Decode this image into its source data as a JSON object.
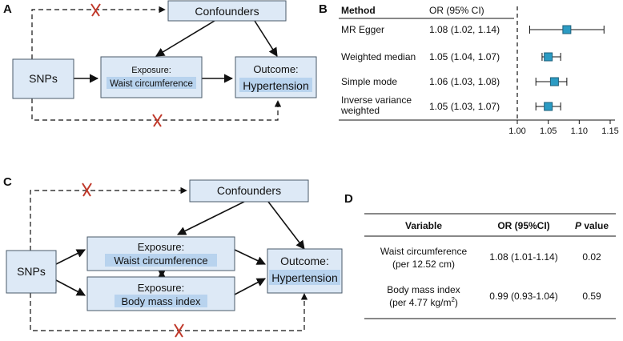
{
  "panelA": {
    "label": "A",
    "confounders": "Confounders",
    "snps": "SNPs",
    "exposure_title": "Exposure:",
    "exposure_name": "Waist circumference",
    "outcome_title": "Outcome:",
    "outcome_name": "Hypertension"
  },
  "panelB": {
    "label": "B",
    "col_method": "Method",
    "col_or": "OR (95% CI)",
    "rows": [
      {
        "method": "MR Egger",
        "method2": "",
        "or_text": "1.08 (1.02, 1.14)"
      },
      {
        "method": "Weighted median",
        "method2": "",
        "or_text": "1.05 (1.04, 1.07)"
      },
      {
        "method": "Simple mode",
        "method2": "",
        "or_text": "1.06 (1.03, 1.08)"
      },
      {
        "method": "Inverse variance",
        "method2": "weighted",
        "or_text": "1.05 (1.03, 1.07)"
      }
    ],
    "ticks": [
      "1.00",
      "1.05",
      "1.10",
      "1.15"
    ]
  },
  "panelC": {
    "label": "C",
    "confounders": "Confounders",
    "snps": "SNPs",
    "exp1_title": "Exposure:",
    "exp1_name": "Waist circumference",
    "exp2_title": "Exposure:",
    "exp2_name": "Body mass index",
    "outcome_title": "Outcome:",
    "outcome_name": "Hypertension"
  },
  "panelD": {
    "label": "D",
    "headers": {
      "variable": "Variable",
      "or": "OR (95%CI)",
      "p_italic": "P",
      "p_rest": " value"
    },
    "rows": [
      {
        "var1": "Waist circumference",
        "var2": "(per 12.52 cm)",
        "or": "1.08 (1.01-1.14)",
        "p": "0.02"
      },
      {
        "var1": "Body mass index",
        "var2": "(per 4.77 kg/m",
        "var2_sup": "2",
        "var2_end": ")",
        "or": "0.99 (0.93-1.04)",
        "p": "0.59"
      }
    ]
  },
  "chart_data": {
    "type": "scatter",
    "title": "",
    "xlabel": "",
    "ylabel": "",
    "categories": [
      "MR Egger",
      "Weighted median",
      "Simple mode",
      "Inverse variance weighted"
    ],
    "estimate": [
      1.08,
      1.05,
      1.06,
      1.05
    ],
    "ci_lower": [
      1.02,
      1.04,
      1.03,
      1.03
    ],
    "ci_upper": [
      1.14,
      1.07,
      1.08,
      1.07
    ],
    "xlim": [
      1.0,
      1.15
    ],
    "xticks": [
      1.0,
      1.05,
      1.1,
      1.15
    ],
    "reference_line": 1.0,
    "grid": false
  }
}
